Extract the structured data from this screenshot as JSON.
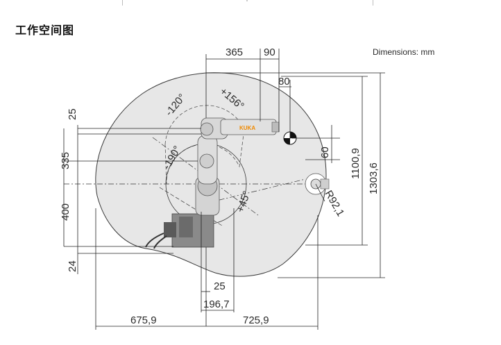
{
  "page": {
    "title": "工作空间图"
  },
  "diagram": {
    "units_label": "Dimensions: mm",
    "brand": "KUKA",
    "dimensions": {
      "top_365": "365",
      "top_90": "90",
      "top_80": "80",
      "left_25": "25",
      "left_335": "335",
      "left_400": "400",
      "left_24": "24",
      "right_60": "60",
      "right_1100_9": "1100,9",
      "right_1303_6": "1303,6",
      "bottom_25": "25",
      "bottom_196_7": "196,7",
      "bottom_675_9": "675,9",
      "bottom_725_9": "725,9",
      "radius": "R92,1"
    },
    "angles": {
      "a_neg120": "-120°",
      "a_pos156": "+156°",
      "a_neg190": "-190°",
      "a_pos45": "+45°"
    }
  }
}
